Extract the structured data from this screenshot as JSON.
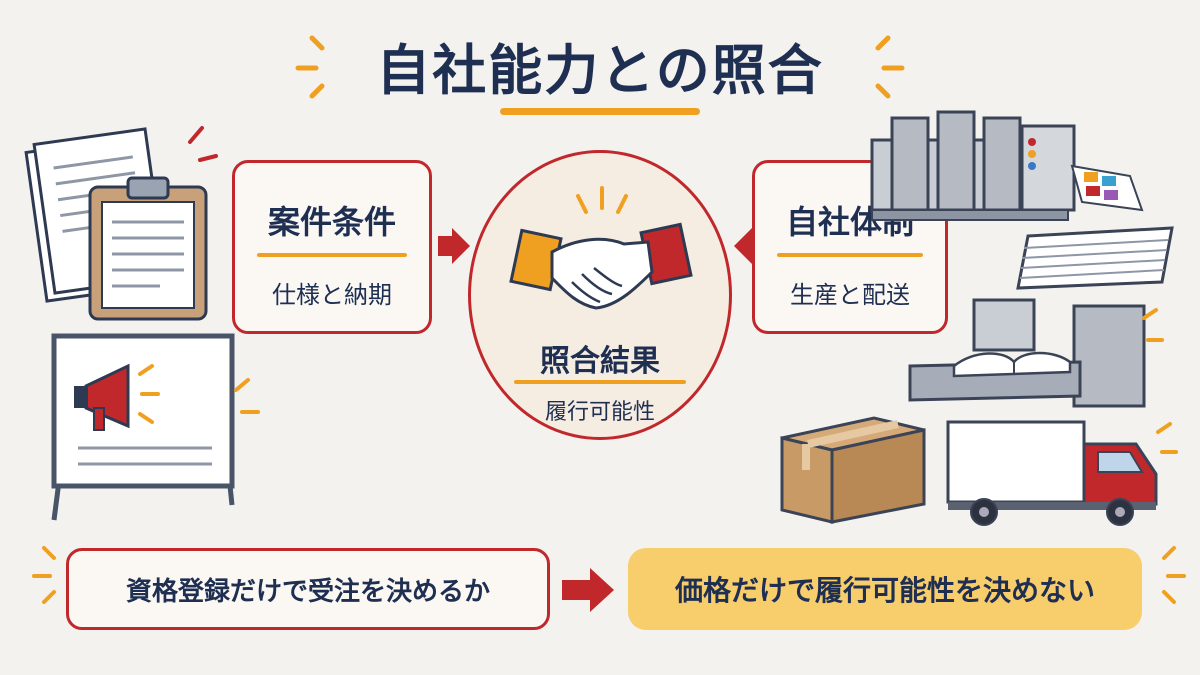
{
  "title": "自社能力との照合",
  "left_box": {
    "title": "案件条件",
    "subtitle": "仕様と納期"
  },
  "right_box": {
    "title": "自社体制",
    "subtitle": "生産と配送"
  },
  "center": {
    "title": "照合結果",
    "subtitle": "履行可能性"
  },
  "bottom_left": "資格登録だけで受注を決めるか",
  "bottom_right": "価格だけで履行可能性を決めない",
  "colors": {
    "navy": "#1f2f52",
    "red": "#c0282c",
    "accent": "#f0a020",
    "highlight": "#f8cd6c"
  }
}
